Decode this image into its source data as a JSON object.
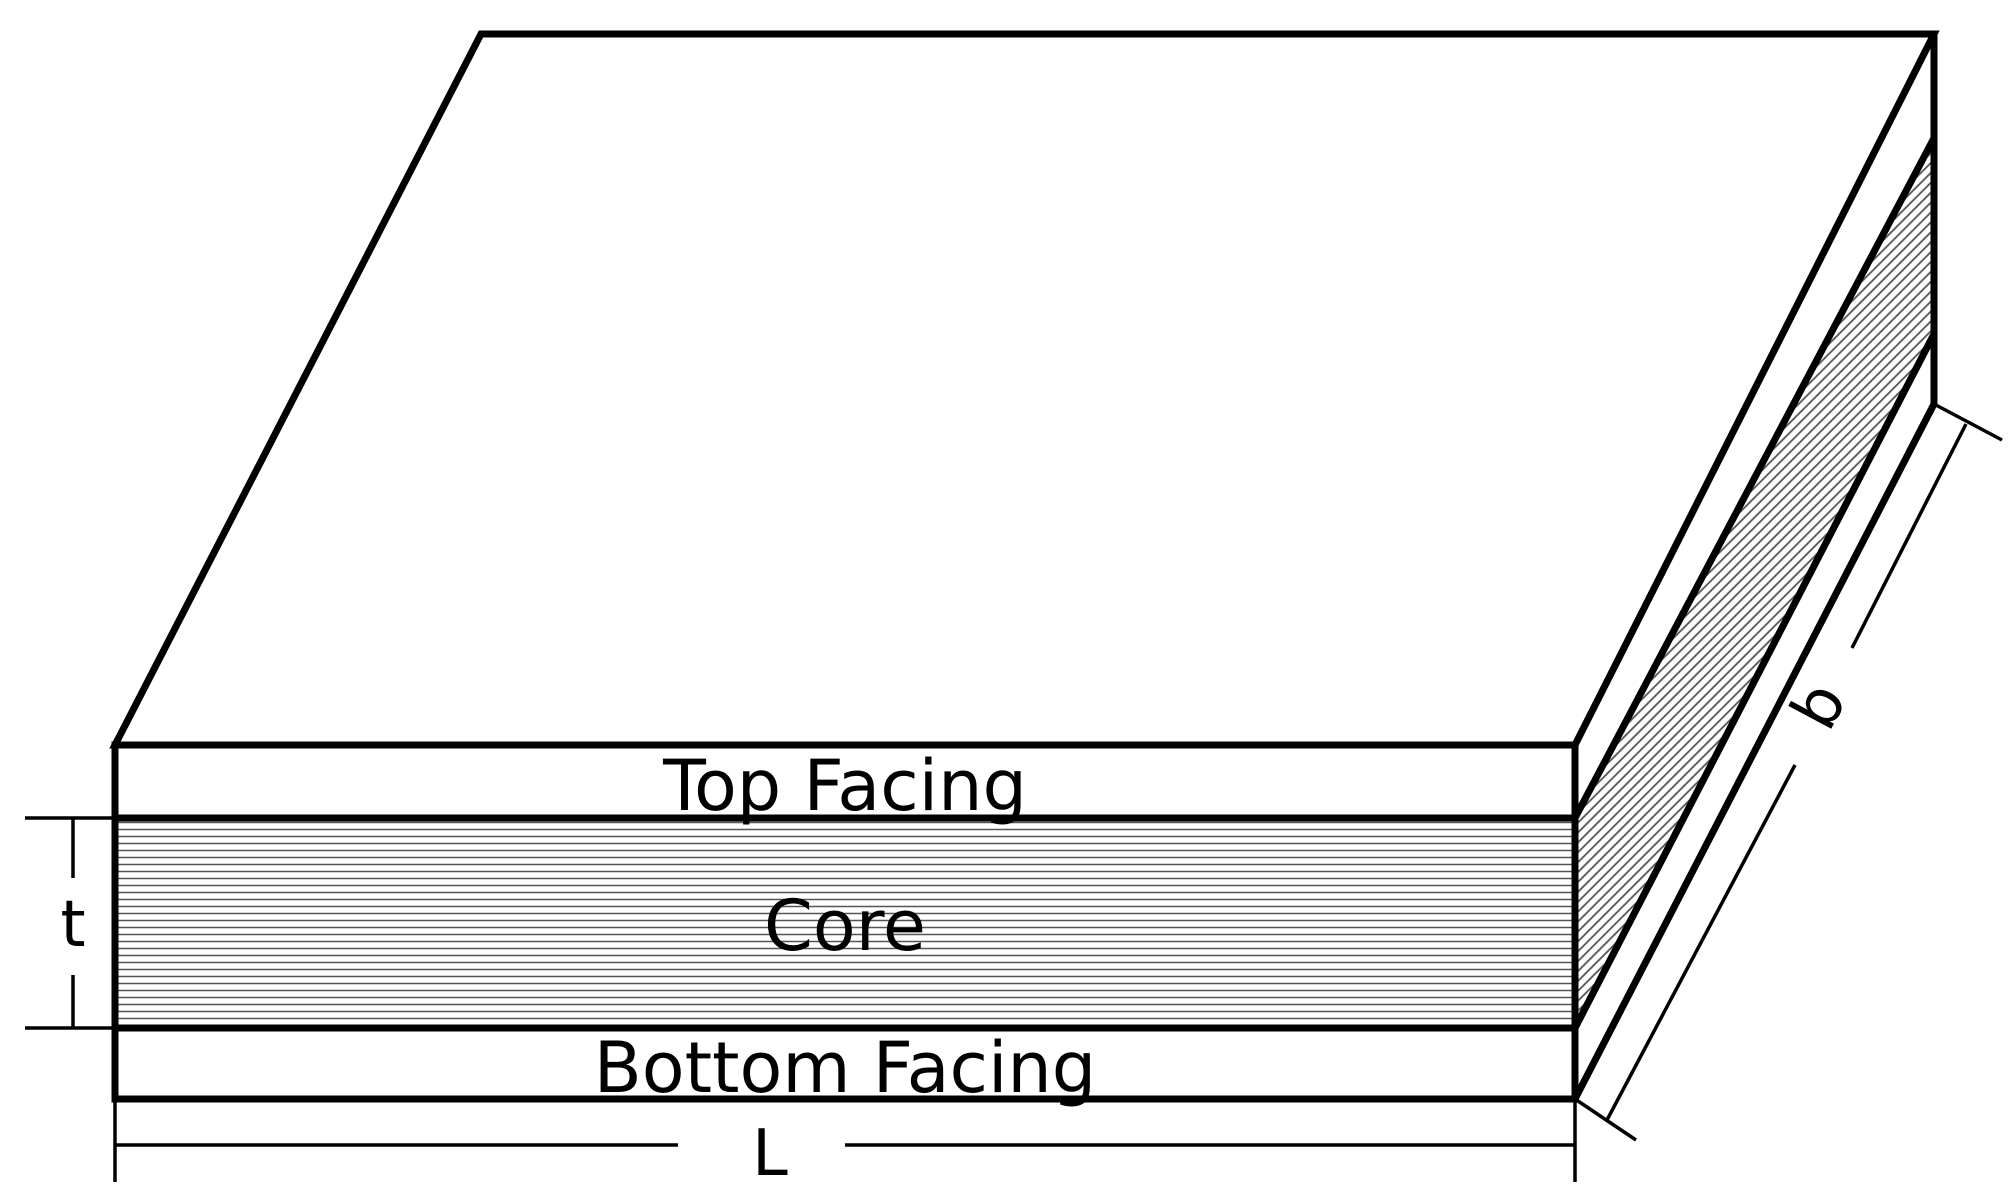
{
  "diagram": {
    "layers": {
      "top": "Top Facing",
      "core": "Core",
      "bottom": "Bottom Facing"
    },
    "dimensions": {
      "thickness": "t",
      "length": "L",
      "width": "b"
    }
  }
}
